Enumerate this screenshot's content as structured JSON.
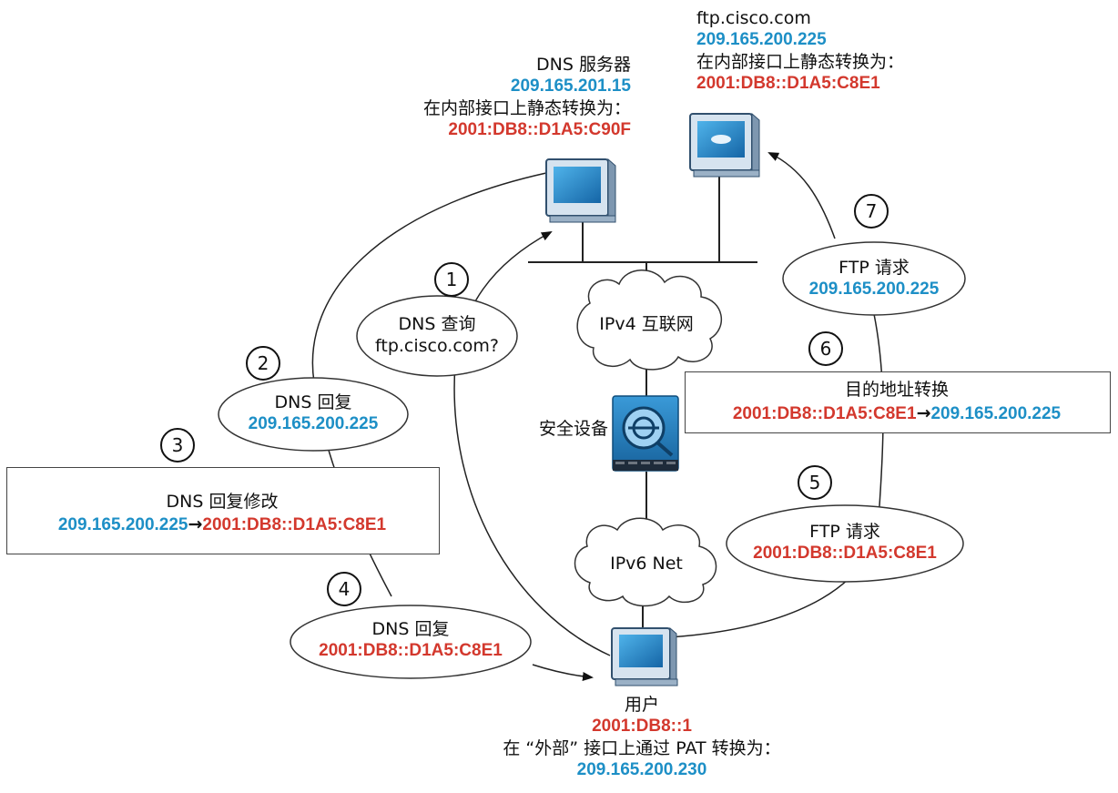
{
  "ftp_server": {
    "hostname": "ftp.cisco.com",
    "ipv4": "209.165.200.225",
    "translated_note": "在内部接口上静态转换为：",
    "ipv6": "2001:DB8::D1A5:C8E1"
  },
  "dns_server": {
    "title": "DNS 服务器",
    "ipv4": "209.165.201.15",
    "translated_note": "在内部接口上静态转换为：",
    "ipv6": "2001:DB8::D1A5:C90F"
  },
  "clouds": {
    "ipv4": "IPv4 互联网",
    "ipv6": "IPv6 Net"
  },
  "security_device_label": "安全设备",
  "user": {
    "title": "用户",
    "ipv6": "2001:DB8::1",
    "pat_note": "在 “外部” 接口上通过 PAT 转换为：",
    "ipv4": "209.165.200.230"
  },
  "steps": [
    {
      "num": "1",
      "line1": "DNS 查询",
      "line2": "ftp.cisco.com?"
    },
    {
      "num": "2",
      "title": "DNS 回复",
      "value": "209.165.200.225"
    },
    {
      "num": "3",
      "title": "DNS 回复修改",
      "from": "209.165.200.225",
      "arrow": "→",
      "to": "2001:DB8::D1A5:C8E1"
    },
    {
      "num": "4",
      "title": "DNS 回复",
      "value": "2001:DB8::D1A5:C8E1"
    },
    {
      "num": "5",
      "title": "FTP 请求",
      "value": "2001:DB8::D1A5:C8E1"
    },
    {
      "num": "6",
      "title": "目的地址转换",
      "from": "2001:DB8::D1A5:C8E1",
      "arrow": "→",
      "to": "209.165.200.225"
    },
    {
      "num": "7",
      "title": "FTP 请求",
      "value": "209.165.200.225"
    }
  ],
  "figure_id": "333909",
  "colors": {
    "ipv4": "#1d8fc6",
    "ipv6": "#d3382d",
    "device": "#1f7fbf"
  }
}
